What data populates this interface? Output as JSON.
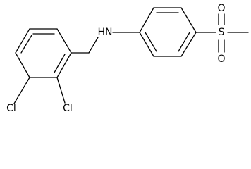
{
  "molecule": {
    "atoms": {
      "cl_lower_left": "Cl",
      "cl_lower_mid": "Cl",
      "amine": "HN",
      "sulfur": "S",
      "oxygen_top": "O",
      "oxygen_bottom": "O"
    }
  },
  "colors": {
    "line": "#000000",
    "background": "#ffffff"
  }
}
